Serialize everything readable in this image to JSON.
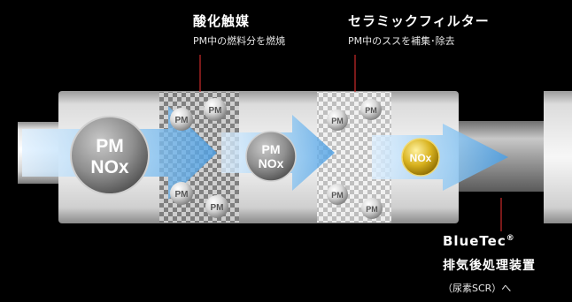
{
  "catalyst": {
    "title": "酸化触媒",
    "desc": "PM中の燃料分を燃焼"
  },
  "ceramic_filter": {
    "title": "セラミックフィルター",
    "desc": "PM中のススを補集･除去"
  },
  "bluetec": {
    "name": "BlueTec",
    "reg": "®",
    "title": "排気後処理装置",
    "note": "（尿素SCR）へ"
  },
  "particles": {
    "pm": "PM",
    "nox": "NOx"
  },
  "colors": {
    "background": "#000000",
    "flow_arrow": "#5aa6e6",
    "nox_gold": "#d4b020",
    "pipe_light": "#f0f0f0",
    "pipe_dark": "#a6a6a6"
  }
}
